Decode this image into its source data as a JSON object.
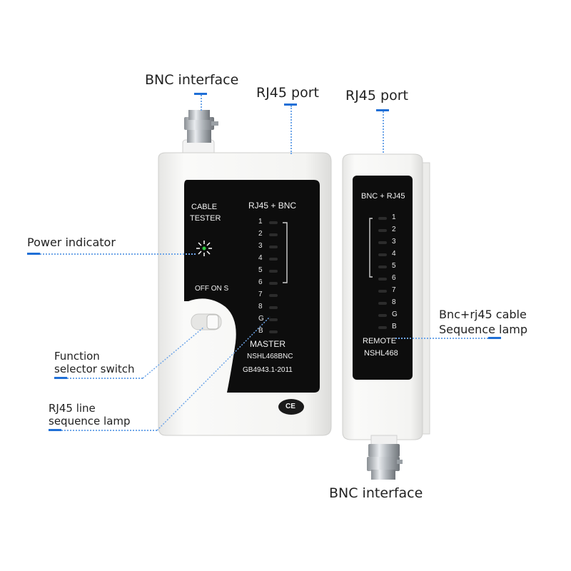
{
  "callouts": {
    "bnc_top": "BNC interface",
    "rj45_master": "RJ45 port",
    "rj45_remote": "RJ45 port",
    "power": "Power indicator",
    "function_line1": "Function",
    "function_line2": "selector switch",
    "rj45_line1": "RJ45 line",
    "rj45_line2": "sequence lamp",
    "bnc_rj45_line1": "Bnc+rj45 cable",
    "bnc_rj45_line2": "Sequence lamp",
    "bnc_bottom": "BNC interface"
  },
  "master": {
    "label_line1": "CABLE",
    "label_line2": "TESTER",
    "header": "RJ45 + BNC",
    "switch": "OFF ON  S",
    "pins": [
      "1",
      "2",
      "3",
      "4",
      "5",
      "6",
      "7",
      "8",
      "G",
      "B"
    ],
    "name": "MASTER",
    "model": "NSHL468BNC",
    "standard": "GB4943.1-2011",
    "mark": "CE"
  },
  "remote": {
    "header": "BNC + RJ45",
    "pins": [
      "1",
      "2",
      "3",
      "4",
      "5",
      "6",
      "7",
      "8",
      "G",
      "B"
    ],
    "name": "REMOTE",
    "model": "NSHL468"
  },
  "colors": {
    "accent": "#1f6fd6",
    "panel": "#0d0d0d",
    "body": "#f2f2f0",
    "power_led": "#2ecc40"
  }
}
